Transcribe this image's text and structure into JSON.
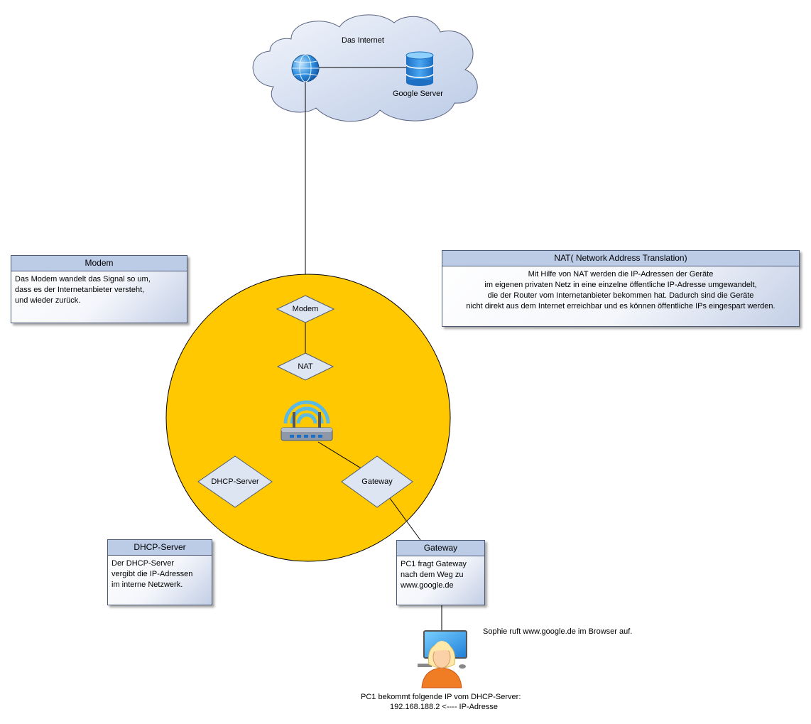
{
  "cloud": {
    "title": "Das Internet",
    "server_label": "Google Server"
  },
  "nodes": {
    "modem": "Modem",
    "nat": "NAT",
    "dhcp": "DHCP-Server",
    "gateway": "Gateway"
  },
  "notes": {
    "modem": {
      "title": "Modem",
      "text": "Das Modem wandelt das Signal so um,\ndass es der Internetanbieter versteht,\nund wieder zurück."
    },
    "nat": {
      "title": "NAT( Network Address Translation)",
      "text": "Mit Hilfe von NAT werden die IP-Adressen der Geräte\nim eigenen privaten Netz in eine einzelne öffentliche IP-Adresse umgewandelt,\ndie der Router vom Internetanbieter bekommen hat. Dadurch sind die Geräte\nnicht direkt aus dem Internet erreichbar und es können öffentliche IPs eingespart werden."
    },
    "dhcp": {
      "title": "DHCP-Server",
      "text": "Der DHCP-Server\nvergibt die IP-Adressen\nim interne Netzwerk."
    },
    "gateway": {
      "title": "Gateway",
      "text": "PC1 fragt Gateway\nnach dem Weg zu\nwww.google.de"
    }
  },
  "user": {
    "caption": "Sophie ruft www.google.de im Browser auf.",
    "ip_line1": "PC1 bekommt folgende IP vom DHCP-Server:",
    "ip_line2": "192.168.188.2 <---- IP-Adresse"
  },
  "colors": {
    "network_circle": "#ffc800",
    "diamond_fill": "#dde5f3",
    "cloud_fill": "#d6e0f1",
    "note_header": "#bccbe6",
    "person_orange": "#f07c23"
  }
}
